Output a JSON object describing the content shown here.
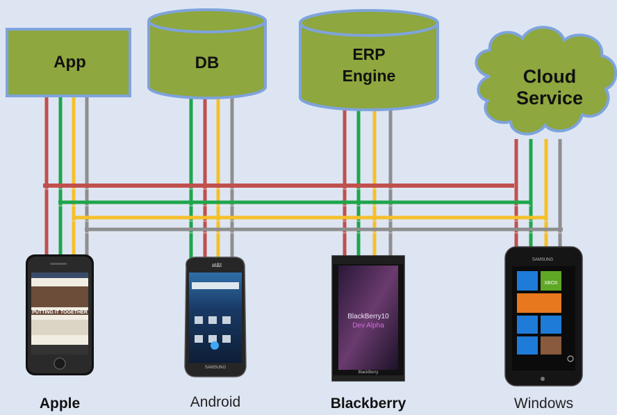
{
  "nodes": {
    "app": "App",
    "db": "DB",
    "erp": [
      "ERP",
      "Engine"
    ],
    "cloud": [
      "Cloud",
      "Service"
    ]
  },
  "devices": {
    "apple": "Apple",
    "android": "Android",
    "blackberry": "Blackberry",
    "windows": "Windows"
  },
  "screens": {
    "apple_headline": "PUTTING IT TOGETHER",
    "android_carrier": "at&t",
    "android_brand": "SAMSUNG",
    "blackberry_title": "BlackBerry10",
    "blackberry_subtitle": "Dev Alpha",
    "blackberry_logo": "BlackBerry",
    "windows_brand": "SAMSUNG",
    "windows_tile": "XBOX"
  },
  "colors": {
    "background": "#dde5f3",
    "node_fill": "#8ea73e",
    "node_border": "#7fa3dc",
    "line_red": "#c0504d",
    "line_green": "#1fa54b",
    "line_yellow": "#f5c02a",
    "line_gray": "#8e8e8e"
  }
}
